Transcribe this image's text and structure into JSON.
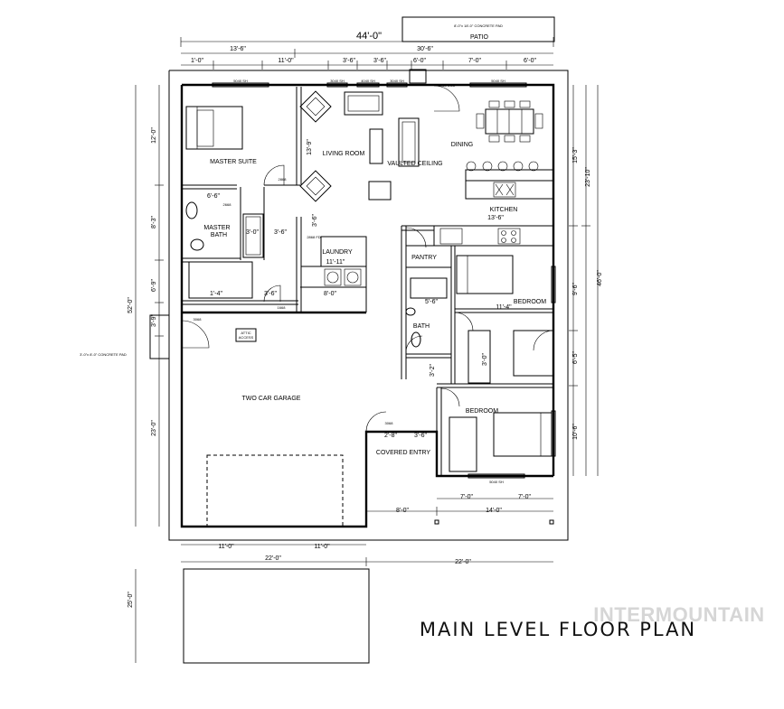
{
  "title": "MAIN LEVEL FLOOR PLAN",
  "watermark": "INTERMOUNTAIN",
  "rooms": {
    "master_suite": "MASTER SUITE",
    "master_bath_1": "MASTER",
    "master_bath_2": "BATH",
    "living_room": "LIVING ROOM",
    "vaulted_ceiling": "VAULTED CEILING",
    "dining": "DINING",
    "kitchen": "KITCHEN",
    "laundry": "LAUNDRY",
    "pantry": "PANTRY",
    "bedroom_1": "BEDROOM",
    "bedroom_2": "BEDROOM",
    "bath": "BATH",
    "garage": "TWO CAR GARAGE",
    "covered_entry": "COVERED ENTRY",
    "patio": "PATIO",
    "patio_pad": "8'-0\"x 18'-0\" CONCRETE PAD",
    "side_pad": "3'-0\"x 8'-0\" CONCRETE PAD",
    "attic_1": "ATTIC",
    "attic_2": "ACCESS"
  },
  "dimensions": {
    "overall_width": "44'-0\"",
    "top_13_6": "13'-6\"",
    "top_30_6": "30'-6\"",
    "top_1_0a": "1'-0\"",
    "top_11_0": "11'-0\"",
    "top_3_6a": "3'-6\"",
    "top_3_6b": "3'-6\"",
    "top_6_0": "6'-0\"",
    "top_7_0": "7'-0\"",
    "top_6_0b": "6'-0\"",
    "left_overall": "52'-0\"",
    "left_12_0": "12'-0\"",
    "left_8_3": "8'-3\"",
    "left_6_9": "6'-9\"",
    "left_3_9": "3'-9\"",
    "left_23_0": "23'-0\"",
    "right_overall": "46'-0\"",
    "right_23_10": "23'-10\"",
    "right_15_3": "15'-3\"",
    "right_9_6": "9'-6\"",
    "right_6_5": "6'-5\"",
    "right_10_6": "10'-6\"",
    "bottom_11_0a": "11'-0\"",
    "bottom_11_0b": "11'-0\"",
    "bottom_22_0a": "22'-0\"",
    "bottom_22_0b": "22'-0\"",
    "bottom_8_0": "8'-0\"",
    "bottom_14_0": "14'-0\"",
    "bottom_7_0a": "7'-0\"",
    "bottom_7_0b": "7'-0\"",
    "pad_25_0": "25'-0\"",
    "living_13_9": "13'-9\"",
    "kitchen_13_6": "13'-6\"",
    "master_6_6": "6'-6\"",
    "bath_3_0": "3'-0\"",
    "bath_3_6": "3'-6\"",
    "hall_1_4": "1'-4\"",
    "hall_3_6": "3'-6\"",
    "laundry_11_11": "11'-11\"",
    "laundry_8_0": "8'-0\"",
    "hall_3_6b": "3'-6\"",
    "bed_11_4": "11'-4\"",
    "bath_5_6": "5'-6\"",
    "hall_3_2": "3'-2\"",
    "entry_2_8": "2'-8\"",
    "entry_3_6": "3'-6\"",
    "hall_3_0": "3'-0\""
  },
  "callouts": {
    "win_master": "5040 SH",
    "win_living_a": "3040 SH",
    "win_living_b": "4040 SH",
    "win_living_c": "3040 SH",
    "win_dining": "5040 SH",
    "win_bed2": "5040 SH",
    "door_patio": "3068 SGD",
    "door_28": "2868",
    "door_26": "2668",
    "door_30": "3068",
    "door_16": "1668",
    "door_garage": "2868 FD",
    "door_entry": "3068"
  }
}
